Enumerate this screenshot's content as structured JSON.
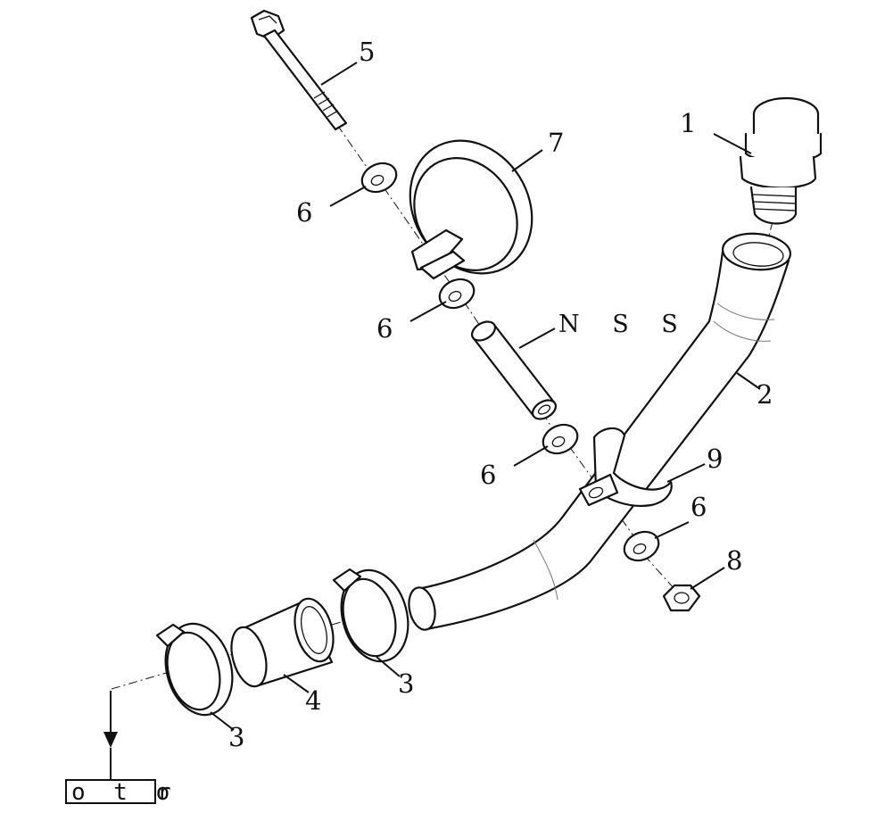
{
  "callouts": {
    "c1": "1",
    "c2": "2",
    "c3a": "3",
    "c3b": "3",
    "c4": "4",
    "c5": "5",
    "c6a": "6",
    "c6b": "6",
    "c6c": "6",
    "c6d": "6",
    "c7": "7",
    "c8": "8",
    "c9": "9",
    "nss": "N S S"
  },
  "motor_box": {
    "boxed_text": "o t o",
    "trailing_text": "r"
  }
}
